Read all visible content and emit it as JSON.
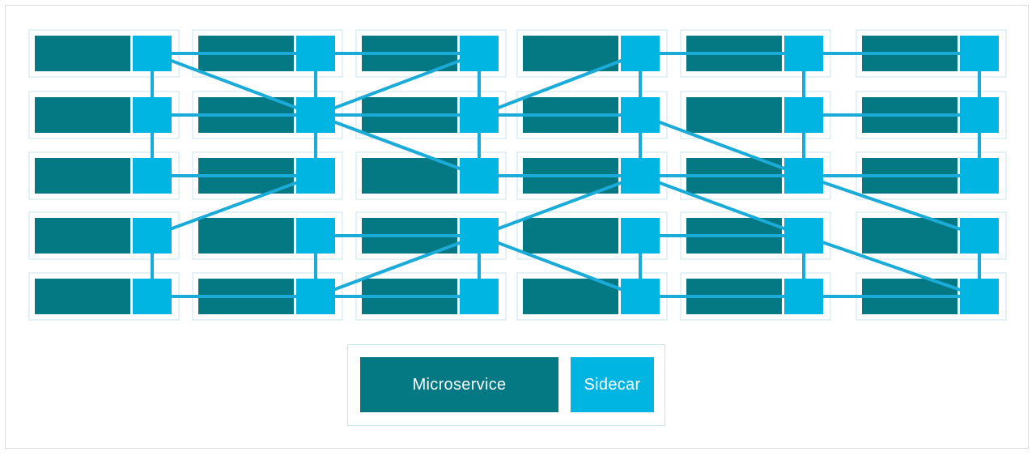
{
  "diagram": {
    "grid": {
      "columns": 6,
      "rows": 5
    },
    "edges": [
      [
        [
          0,
          0
        ],
        [
          1,
          0
        ]
      ],
      [
        [
          1,
          0
        ],
        [
          2,
          0
        ]
      ],
      [
        [
          3,
          0
        ],
        [
          4,
          0
        ]
      ],
      [
        [
          4,
          0
        ],
        [
          5,
          0
        ]
      ],
      [
        [
          0,
          1
        ],
        [
          1,
          1
        ]
      ],
      [
        [
          1,
          1
        ],
        [
          2,
          1
        ]
      ],
      [
        [
          2,
          1
        ],
        [
          3,
          1
        ]
      ],
      [
        [
          4,
          1
        ],
        [
          5,
          1
        ]
      ],
      [
        [
          0,
          2
        ],
        [
          1,
          2
        ]
      ],
      [
        [
          2,
          2
        ],
        [
          3,
          2
        ]
      ],
      [
        [
          3,
          2
        ],
        [
          4,
          2
        ]
      ],
      [
        [
          4,
          2
        ],
        [
          5,
          2
        ]
      ],
      [
        [
          1,
          3
        ],
        [
          2,
          3
        ]
      ],
      [
        [
          3,
          3
        ],
        [
          4,
          3
        ]
      ],
      [
        [
          0,
          4
        ],
        [
          1,
          4
        ]
      ],
      [
        [
          1,
          4
        ],
        [
          2,
          4
        ]
      ],
      [
        [
          3,
          4
        ],
        [
          4,
          4
        ]
      ],
      [
        [
          4,
          4
        ],
        [
          5,
          4
        ]
      ],
      [
        [
          0,
          0
        ],
        [
          0,
          1
        ]
      ],
      [
        [
          0,
          1
        ],
        [
          0,
          2
        ]
      ],
      [
        [
          0,
          3
        ],
        [
          0,
          4
        ]
      ],
      [
        [
          1,
          0
        ],
        [
          1,
          1
        ]
      ],
      [
        [
          1,
          1
        ],
        [
          1,
          2
        ]
      ],
      [
        [
          1,
          3
        ],
        [
          1,
          4
        ]
      ],
      [
        [
          2,
          0
        ],
        [
          2,
          1
        ]
      ],
      [
        [
          2,
          1
        ],
        [
          2,
          2
        ]
      ],
      [
        [
          2,
          3
        ],
        [
          2,
          4
        ]
      ],
      [
        [
          3,
          0
        ],
        [
          3,
          1
        ]
      ],
      [
        [
          3,
          1
        ],
        [
          3,
          2
        ]
      ],
      [
        [
          3,
          3
        ],
        [
          3,
          4
        ]
      ],
      [
        [
          4,
          0
        ],
        [
          4,
          1
        ]
      ],
      [
        [
          4,
          1
        ],
        [
          4,
          2
        ]
      ],
      [
        [
          4,
          3
        ],
        [
          4,
          4
        ]
      ],
      [
        [
          5,
          0
        ],
        [
          5,
          1
        ]
      ],
      [
        [
          5,
          1
        ],
        [
          5,
          2
        ]
      ],
      [
        [
          5,
          3
        ],
        [
          5,
          4
        ]
      ],
      [
        [
          0,
          0
        ],
        [
          1,
          1
        ]
      ],
      [
        [
          1,
          1
        ],
        [
          2,
          0
        ]
      ],
      [
        [
          1,
          1
        ],
        [
          2,
          2
        ]
      ],
      [
        [
          2,
          1
        ],
        [
          3,
          0
        ]
      ],
      [
        [
          3,
          1
        ],
        [
          4,
          2
        ]
      ],
      [
        [
          4,
          2
        ],
        [
          5,
          3
        ]
      ],
      [
        [
          0,
          3
        ],
        [
          1,
          2
        ]
      ],
      [
        [
          2,
          3
        ],
        [
          3,
          2
        ]
      ],
      [
        [
          3,
          2
        ],
        [
          4,
          3
        ]
      ],
      [
        [
          1,
          4
        ],
        [
          2,
          3
        ]
      ],
      [
        [
          2,
          3
        ],
        [
          3,
          4
        ]
      ],
      [
        [
          4,
          3
        ],
        [
          5,
          4
        ]
      ]
    ]
  },
  "legend": {
    "microservice_label": "Microservice",
    "sidecar_label": "Sidecar"
  },
  "colors": {
    "microservice": "#047883",
    "sidecar": "#00b5e2",
    "connection": "#1aabd9",
    "cell_border": "#c9e4ee"
  }
}
